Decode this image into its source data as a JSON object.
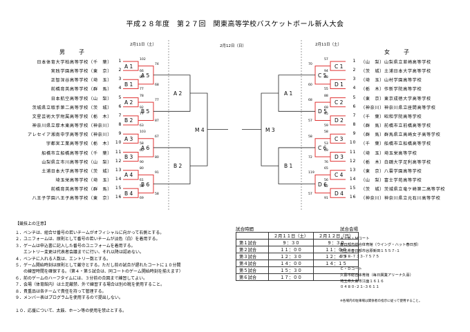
{
  "title": "平成２８年度　第２７回　関東高等学校バスケットボール新人大会",
  "dates": {
    "left": "2月11日（土）",
    "center": "2月12日（日）",
    "right": "2月11日（土）"
  },
  "headers": {
    "boys": "男　子",
    "girls": "女　子"
  },
  "boys": [
    {
      "no": "1",
      "name": "日本体育大学柏高等学校（千　葉）"
    },
    {
      "no": "2",
      "name": "実践学園高等学校（東　京）"
    },
    {
      "no": "3",
      "name": "正智深谷高等学校（埼　玉）"
    },
    {
      "no": "4",
      "name": "前橋育英高等学校（群　馬）"
    },
    {
      "no": "5",
      "name": "日本航空高等学校（山　梨）"
    },
    {
      "no": "6",
      "name": "茨城県立取手第二高等学校（茨　城）"
    },
    {
      "no": "7",
      "name": "文星芸術大学附属高等学校（栃　木）"
    },
    {
      "no": "8",
      "name": "神奈川県立厚木東高等学校（神奈川）"
    },
    {
      "no": "9",
      "name": "アレセイア湘南中学高等学校（神奈川）"
    },
    {
      "no": "10",
      "name": "宇都宮工業高等学校（栃　木）"
    },
    {
      "no": "11",
      "name": "船橋市立船橋高等学校（千　葉）"
    },
    {
      "no": "12",
      "name": "山梨県立市川高等学校（山　梨）"
    },
    {
      "no": "13",
      "name": "土浦日本大学高等学校（茨　城）"
    },
    {
      "no": "14",
      "name": "埼玉栄高等学校（埼　玉）"
    },
    {
      "no": "15",
      "name": "前橋育英高等学校（群　馬）"
    },
    {
      "no": "16",
      "name": "八王子学園八王子高等学校（東　京）"
    }
  ],
  "girls": [
    {
      "no": "1",
      "name": "（山　梨）山梨県立韮崎高等学校"
    },
    {
      "no": "2",
      "name": "（茨　城）土浦日本大学高等学校"
    },
    {
      "no": "3",
      "name": "（埼　玉）山村学園高等学校"
    },
    {
      "no": "4",
      "name": "（栃　木）作新学院高等学校"
    },
    {
      "no": "5",
      "name": "（東　京）東京成徳大学高等学校"
    },
    {
      "no": "6",
      "name": "（神奈川）神奈川県立座間高等学校"
    },
    {
      "no": "7",
      "name": "（千　葉）昭和学院高等学校"
    },
    {
      "no": "8",
      "name": "（群　馬）前橋市立前橋高等学校"
    },
    {
      "no": "9",
      "name": "（群　馬）群馬県立高崎女子高等学校"
    },
    {
      "no": "10",
      "name": "（千　葉）船橋市立船橋高等学校"
    },
    {
      "no": "11",
      "name": "（埼　玉）埼玉栄高等学校"
    },
    {
      "no": "12",
      "name": "（栃　木）白鷗大学足利高等学校"
    },
    {
      "no": "13",
      "name": "（東　京）八雲学園高等学校"
    },
    {
      "no": "14",
      "name": "（山　梨）富士学苑高等学校"
    },
    {
      "no": "15",
      "name": "（茨　城）茨城県立竜ケ崎第二高等学校"
    },
    {
      "no": "16",
      "name": "（神奈川）神奈川県立元石川高等学校"
    }
  ],
  "boys_games": [
    {
      "label": "A 1",
      "s": [
        "102",
        "66"
      ]
    },
    {
      "label": "B 1",
      "s": [
        "85",
        "77"
      ]
    },
    {
      "label": "A 2",
      "s": [
        "78",
        "92"
      ]
    },
    {
      "label": "B 2",
      "s": [
        "77",
        "63"
      ]
    },
    {
      "label": "A 3",
      "s": [
        "103",
        "58"
      ]
    },
    {
      "label": "B 3",
      "s": [
        "60",
        "90"
      ]
    },
    {
      "label": "A 4",
      "s": [
        "80",
        "61"
      ]
    },
    {
      "label": "B 4",
      "s": [
        "54",
        "69"
      ]
    }
  ],
  "boys_round2": [
    {
      "label": "A 5",
      "s": [
        "74",
        "68"
      ]
    },
    {
      "label": "B 5",
      "s": [
        "77",
        "87"
      ]
    },
    {
      "label": "A 6",
      "s": [
        "67",
        "80"
      ]
    },
    {
      "label": "B 6",
      "s": [
        "91",
        "58"
      ]
    }
  ],
  "boys_round3": [
    {
      "label": "A 2"
    },
    {
      "label": "B 2"
    }
  ],
  "boys_final": "M 4",
  "girls_games": [
    {
      "label": "C 1",
      "s": [
        "57",
        "94"
      ]
    },
    {
      "label": "D 1",
      "s": [
        "68",
        "55"
      ]
    },
    {
      "label": "C 2",
      "s": [
        "88",
        "69"
      ]
    },
    {
      "label": "D 2",
      "s": [
        "95",
        "59"
      ]
    },
    {
      "label": "C 3",
      "s": [
        "58",
        "53"
      ]
    },
    {
      "label": "D 3",
      "s": [
        "69",
        "76"
      ]
    },
    {
      "label": "C 4",
      "s": [
        "65",
        "56"
      ]
    },
    {
      "label": "D 4",
      "s": [
        "52",
        "91"
      ]
    }
  ],
  "girls_round2": [
    {
      "label": "C 5",
      "s": [
        "70",
        "60"
      ]
    },
    {
      "label": "D 5",
      "s": [
        "68",
        "57"
      ]
    },
    {
      "label": "C 6",
      "s": [
        "58",
        "72"
      ]
    },
    {
      "label": "D 6",
      "s": [
        "119",
        "57"
      ]
    }
  ],
  "girls_round3": [
    {
      "label": "A 1"
    },
    {
      "label": "B 1"
    }
  ],
  "girls_final": "M 3",
  "rules_title": "【競技上の注意】",
  "rules": [
    "１．ベンチは、組合せ番号の若いチームがオフィシャルに向かって右側とする。",
    "２．ユニフォームは、原則として番号の若いチームが淡色（白）を着用する。",
    "３．ゲームは申込書に記入した番号のユニフォームを着用する。",
    "　　エントリー変更は代表者会議までに行い、それ以降は認めない。",
    "４．ベンチに入れる人数は、エントリー数とする。",
    "５．ゲーム開始時刻は原則として厳守とする。ただし前の試合が遅れたコートに１０分間",
    "　　の練習時間を確保する。（第４・第５試合は、同コートのゲーム開始時刻を揃えます）",
    "６．前のゲームのハーフタイムには、３分前の合図まで練習してよい。",
    "７．会場（体育館内）は土足厳禁、外で練習する場合は別の靴を使用すること。",
    "８．貴重品は各チームで責任を持って管理する。",
    "９．メンバー表はプログラムを使用するので提出しない。",
    "",
    "１０．応援について、太鼓、ホーン等の使用を禁止とする。"
  ],
  "schedule": {
    "title": "試合時間",
    "cols": [
      "２月１１日（土）",
      "２月１２日（日）"
    ],
    "rows": [
      {
        "name": "第１試合",
        "d1": "９：３０",
        "d2": "９：３０"
      },
      {
        "name": "第２試合",
        "d1": "１１：００",
        "d2": "１１：００"
      },
      {
        "name": "第３試合",
        "d1": "１２：３０",
        "d2": "１２：４５"
      },
      {
        "name": "第４試合",
        "d1": "１４：００",
        "d2": "１４：１５"
      },
      {
        "name": "第５試合",
        "d1": "１５：３０",
        "d2": ""
      },
      {
        "name": "第６試合",
        "d1": "１７：００",
        "d2": ""
      }
    ]
  },
  "venue": {
    "title": "試合会場",
    "lines": [
      "Ａ・Ｂ・Ｍコート",
      "春日部市総合体育館（ウイング・ハット春日部）",
      "埼玉県春日部市谷原新田１５５７-１",
      "０４８-７３３-７５７５",
      "",
      "Ｃ・Ｄコート",
      "久喜市総合体育館（毎日興業アリーナ久喜）",
      "埼玉県久喜市江面１６１６",
      "０４８０-２１-３６１１",
      "",
      "※各場内の駐車場は関係者の指示に従って使用すること。"
    ]
  }
}
